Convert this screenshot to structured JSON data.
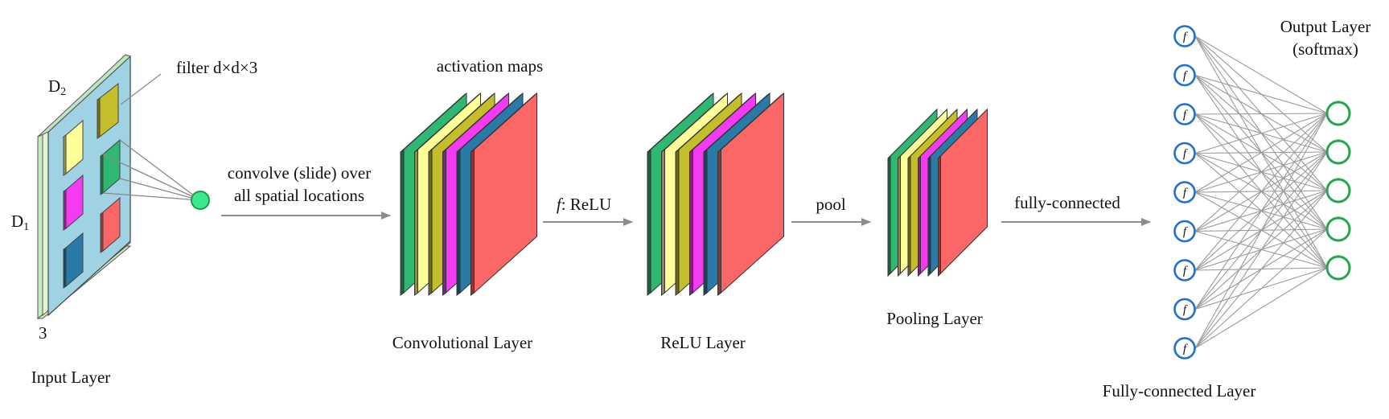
{
  "input": {
    "title": "Input Layer",
    "d1_main": "D",
    "d1_sub": "1",
    "d2_main": "D",
    "d2_sub": "2",
    "depth": "3",
    "filter_label": "filter  d×d×3"
  },
  "convolve": {
    "line1": "convolve (slide) over",
    "line2": "all spatial locations"
  },
  "conv": {
    "caption": "activation maps",
    "title": "Convolutional Layer"
  },
  "relu_arrow": {
    "f": "f",
    "label": ": ReLU"
  },
  "relu": {
    "title": "ReLU Layer"
  },
  "pool_arrow": {
    "label": "pool"
  },
  "pooling": {
    "title": "Pooling Layer"
  },
  "fc_arrow": {
    "label": "fully-connected"
  },
  "fc": {
    "title": "Fully-connected Layer",
    "neuron_symbol": "f",
    "hidden_count": 9,
    "output_count": 5
  },
  "output": {
    "line1": "Output Layer",
    "line2": "(softmax)"
  },
  "colors": {
    "map_colors": [
      "#2eb872",
      "#ffff9a",
      "#c4be2a",
      "#f43af2",
      "#2a7aa8",
      "#fb6666"
    ],
    "panel_blue": "#9fd2e2",
    "neuron_blue": "#1f6fd8",
    "output_green": "#22a84a",
    "point_green": "#3be88a",
    "arrow_gray": "#8c8c8c",
    "line_gray": "#9a9a9a"
  }
}
